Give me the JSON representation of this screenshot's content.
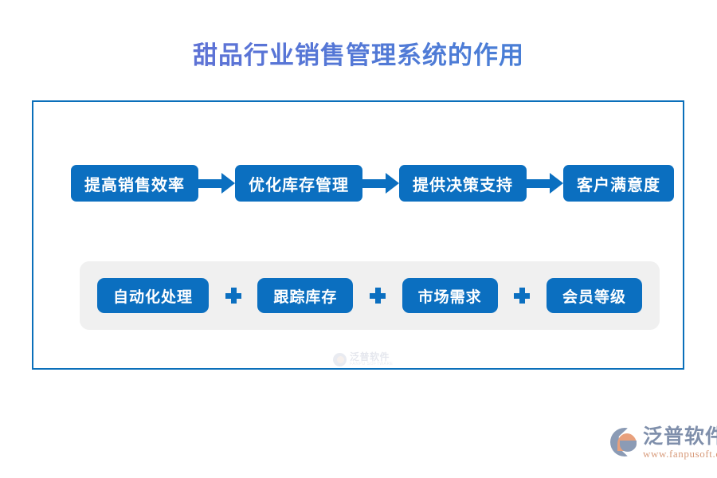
{
  "page": {
    "title": "甜品行业销售管理系统的作用",
    "accent_blue": "#0b6fc0",
    "frame_border_color": "#0a6fba",
    "panel_gray": "#f0f0f0",
    "title_gradient_from": "#6f6ed2",
    "title_gradient_to": "#4f86d8"
  },
  "flow": {
    "boxes": [
      {
        "label": "提高销售效率"
      },
      {
        "label": "优化库存管理"
      },
      {
        "label": "提供决策支持"
      },
      {
        "label": "客户满意度"
      }
    ],
    "connector": "arrow-right"
  },
  "features": {
    "boxes": [
      {
        "label": "自动化处理"
      },
      {
        "label": "跟踪库存"
      },
      {
        "label": "市场需求"
      },
      {
        "label": "会员等级"
      }
    ],
    "connector": "plus"
  },
  "watermark": {
    "name_cn": "泛普软件",
    "name_en": "FANPU SOFTWARE"
  },
  "brand": {
    "name_cn": "泛普软件",
    "url": "www.fanpusoft.com"
  }
}
